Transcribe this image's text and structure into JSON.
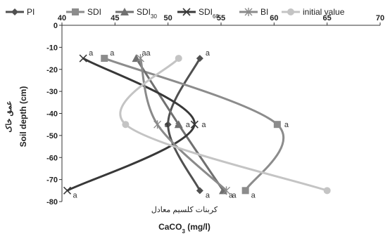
{
  "chart_data": {
    "type": "line",
    "xlabel_fa": "کربنات کلسیم معادل",
    "xlabel": "CaCO",
    "xlabel_sub": "3",
    "xlabel_unit": " (mg/l)",
    "ylabel": "Soil depth (cm)",
    "ylabel_fa": "عمق خاک",
    "xlim": [
      40,
      70
    ],
    "ylim": [
      -80,
      0
    ],
    "xticks": [
      40,
      45,
      50,
      55,
      60,
      65,
      70
    ],
    "yticks": [
      0,
      -10,
      -20,
      -30,
      -40,
      -50,
      -60,
      -70,
      -80
    ],
    "y": [
      -15,
      -45,
      -75
    ],
    "series": [
      {
        "name": "PI",
        "name_sub": "",
        "marker": "diamond",
        "color": "#505050",
        "x": [
          53,
          50,
          53
        ],
        "labels": [
          "a",
          "a",
          "a"
        ]
      },
      {
        "name": "SDI",
        "name_sub": "",
        "marker": "square",
        "color": "#8c8c8c",
        "x": [
          44,
          60.3,
          57.3
        ],
        "labels": [
          "a",
          "a",
          "a"
        ]
      },
      {
        "name": "SDI",
        "name_sub": "30",
        "marker": "triangle",
        "color": "#707070",
        "x": [
          47,
          51,
          55.2
        ],
        "labels": [
          "a",
          "a",
          "a"
        ]
      },
      {
        "name": "SDI",
        "name_sub": "60",
        "marker": "x",
        "color": "#383838",
        "x": [
          42,
          52.5,
          40.5
        ],
        "labels": [
          "a",
          "a",
          "a"
        ]
      },
      {
        "name": "BI",
        "name_sub": "",
        "marker": "star",
        "color": "#8a8a8a",
        "x": [
          47.4,
          49,
          55.5
        ],
        "labels": [
          "a",
          "a",
          "a"
        ]
      },
      {
        "name": "initial value",
        "name_sub": "",
        "marker": "circle",
        "color": "#c4c4c4",
        "x": [
          51,
          46,
          65
        ],
        "labels": [
          "",
          "",
          ""
        ]
      }
    ]
  }
}
